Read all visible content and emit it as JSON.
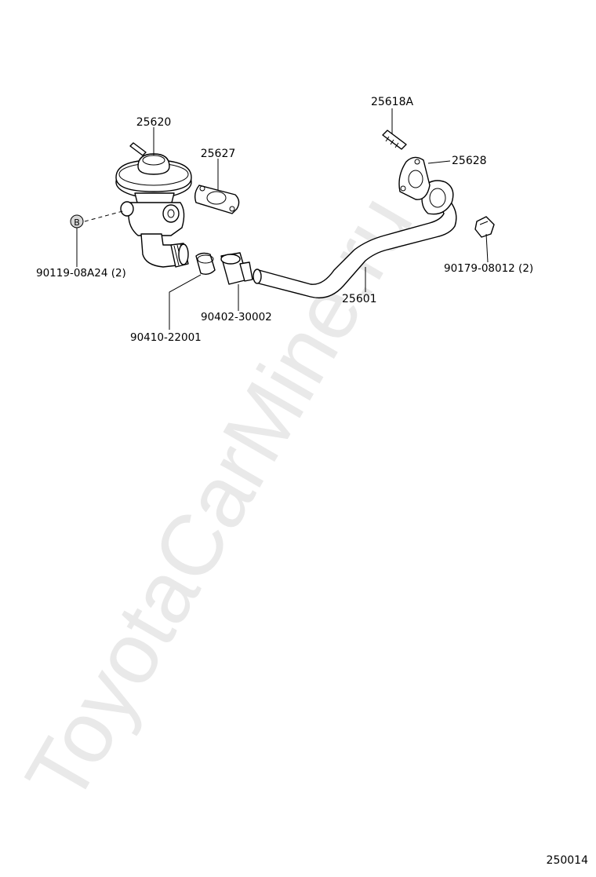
{
  "watermark": "ToyotaCarMine.ru",
  "diagram_id": "250014",
  "callouts": {
    "egr_valve": "25620",
    "gasket_valve": "25627",
    "stud_bolt": "25618A",
    "gasket_pipe": "25628",
    "pipe": "25601",
    "bolt_valve": "90119-08A24 (2)",
    "nut_pipe": "90179-08012 (2)",
    "plug": "90410-22001",
    "hose_cap": "90402-30002",
    "bolt_marker": "B"
  }
}
